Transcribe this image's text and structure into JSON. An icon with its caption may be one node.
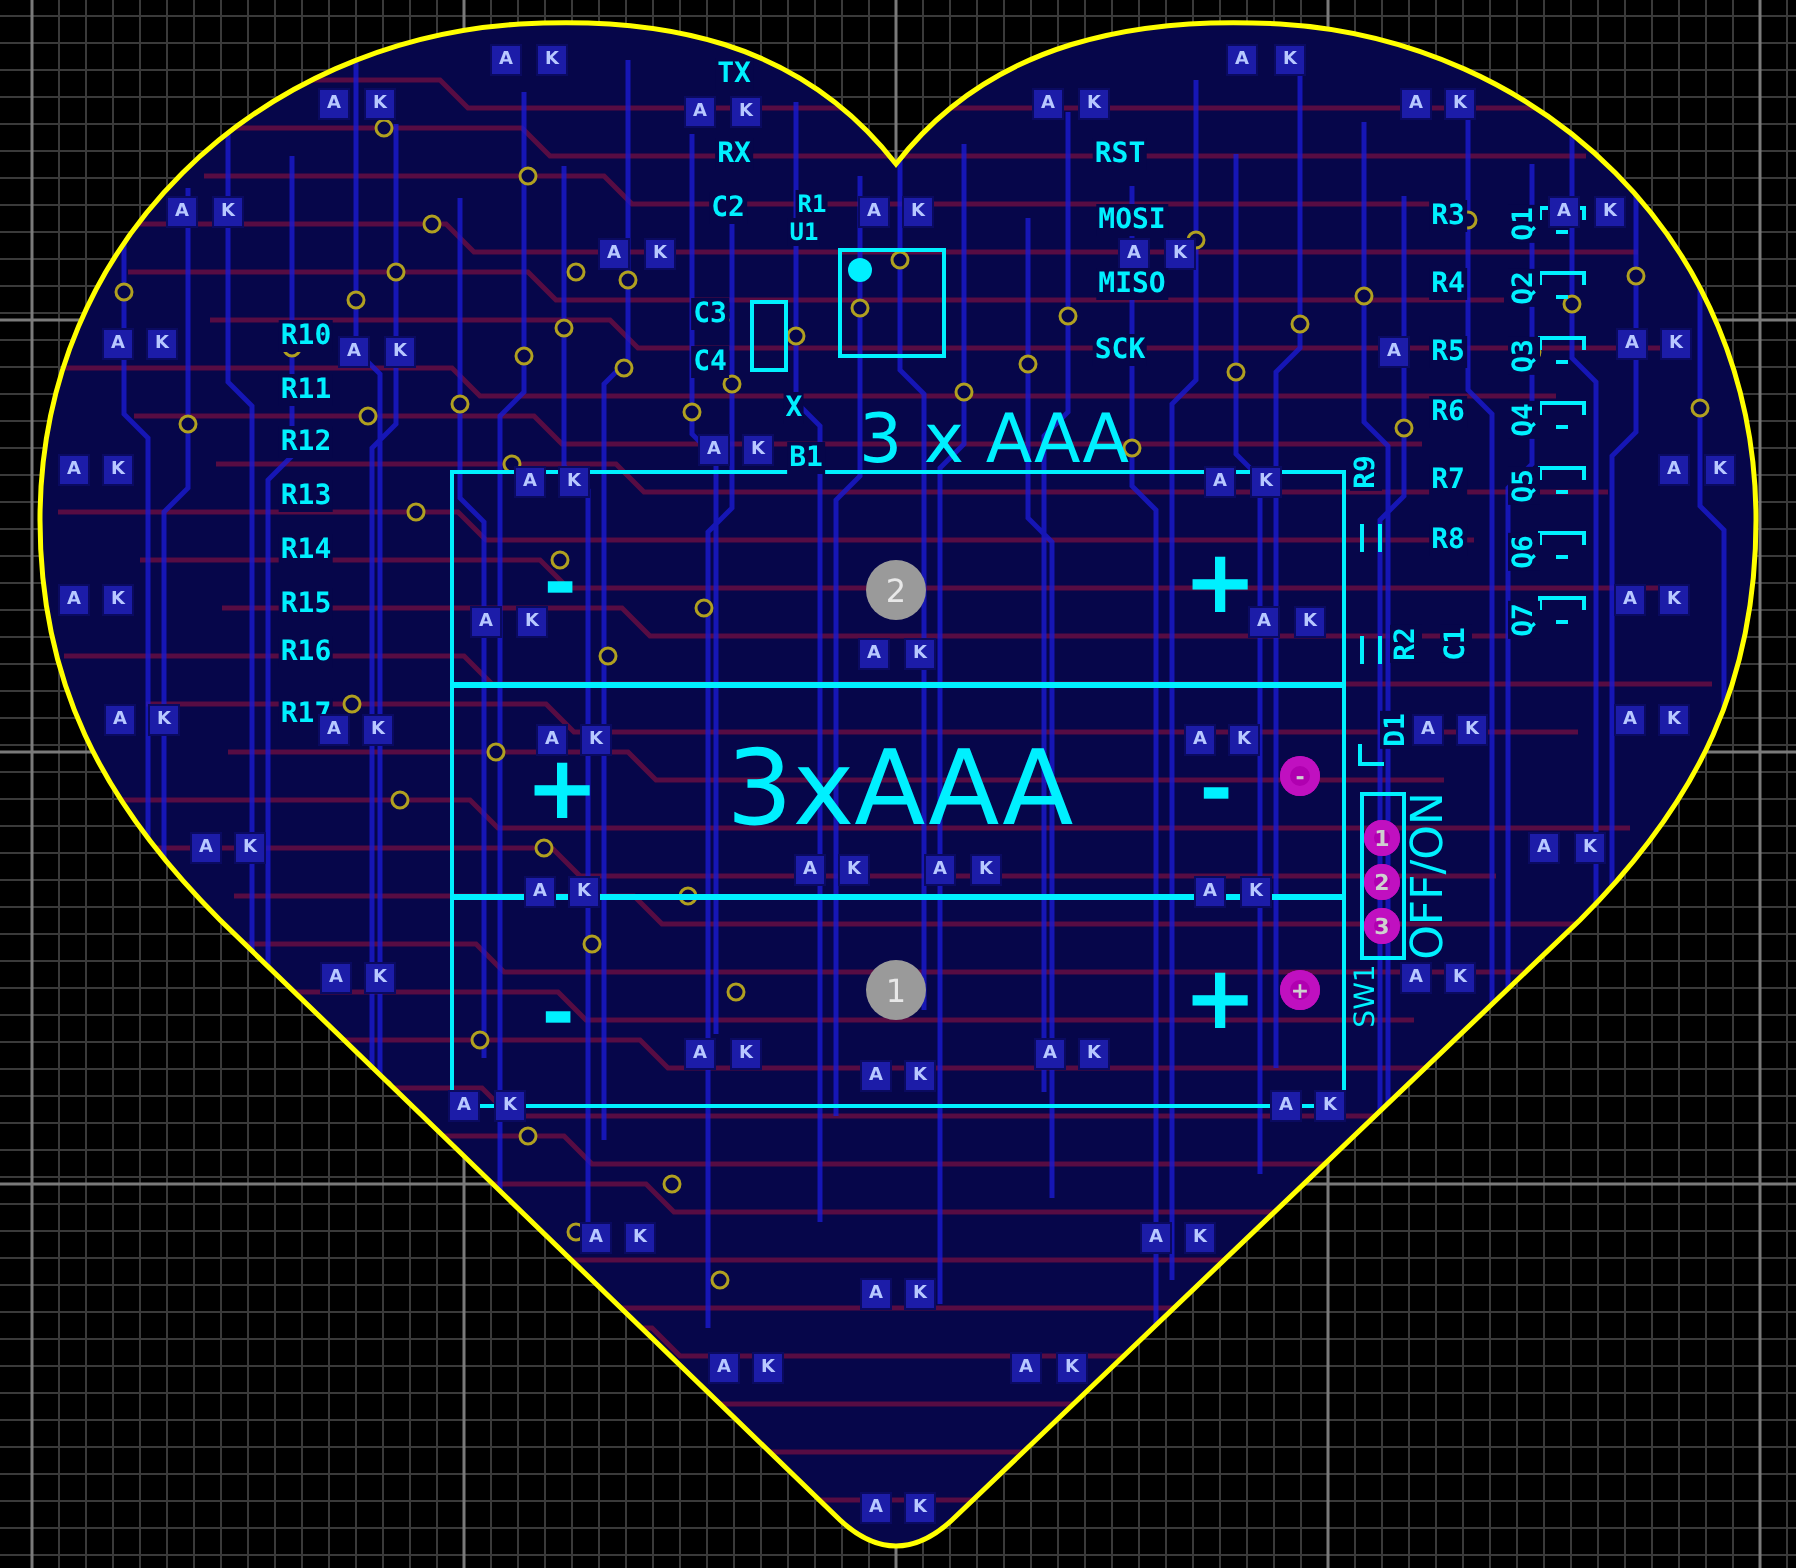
{
  "diagram": {
    "nodes": [
      {
        "text": [
          "-",
          "+"
        ]
      },
      {
        "text": [
          "2"
        ],
        "in": 0
      },
      {
        "text": [
          "+",
          "3xAAA",
          "-"
        ]
      },
      {
        "text": [
          "-"
        ],
        "in": 2
      },
      {
        "text": [],
        "shape": "box",
        "beside": [
          "SW1",
          "OFF/ON"
        ]
      },
      {
        "text": [
          "1"
        ],
        "in": 4
      },
      {
        "text": [
          "2"
        ],
        "in": 4
      },
      {
        "text": [
          "3"
        ],
        "in": 4
      },
      {
        "text": [
          "-",
          "+"
        ]
      },
      {
        "text": [
          "1"
        ],
        "in": 8
      },
      {
        "text": [
          "+"
        ],
        "in": 8
      }
    ],
    "labels": [
      "A",
      "K",
      "A",
      "K",
      "TX",
      "A",
      "K",
      "A",
      "K",
      "A",
      "K",
      "A",
      "K",
      "RX",
      "RST",
      "A",
      "K",
      "C2",
      "R1",
      "U1",
      "A",
      "K",
      "MOSI",
      "R3",
      "Q1",
      "A",
      "K",
      "A",
      "K",
      "A",
      "K",
      "MISO",
      "R4",
      "Q2",
      "C3",
      "A",
      "K",
      "R10",
      "A",
      "K",
      "SCK",
      "A",
      "R5",
      "Q3",
      "A",
      "K",
      "C4",
      "R11",
      "X",
      "R6",
      "Q4",
      "R12",
      "3 x AAA",
      "A",
      "K",
      "B1",
      "A",
      "K",
      "R9",
      "A",
      "K",
      "R13",
      "A",
      "K",
      "A",
      "K",
      "R7",
      "Q5",
      "R14",
      "R8",
      "Q6",
      "A",
      "K",
      "R15",
      "A",
      "K",
      "A",
      "K",
      "A",
      "K",
      "Q7",
      "R16",
      "R2",
      "C1",
      "A",
      "K",
      "A",
      "K",
      "R17",
      "A",
      "K",
      "A",
      "K",
      "D1",
      "A",
      "K",
      "A",
      "K",
      "A",
      "K",
      "A",
      "K",
      "A",
      "K",
      "A",
      "K",
      "A",
      "K",
      "A",
      "K",
      "A",
      "K",
      "A",
      "K",
      "A",
      "K",
      "A",
      "K",
      "A",
      "K",
      "A",
      "K",
      "A",
      "K",
      "A",
      "K",
      "A",
      "K",
      "A",
      "K",
      "A",
      "K",
      "A",
      "K",
      "A",
      "K",
      "A",
      "K"
    ]
  }
}
